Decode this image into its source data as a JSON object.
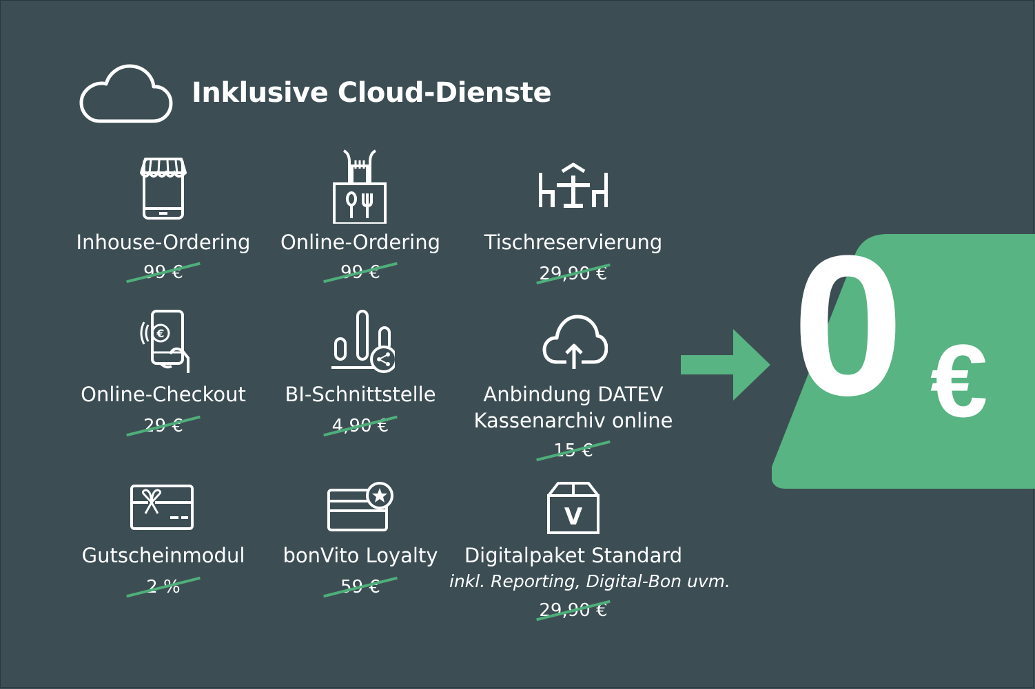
{
  "header": {
    "title": "Inklusive Cloud-Dienste",
    "icon": "cloud-icon"
  },
  "colors": {
    "background": "#3c4e54",
    "accent": "#58b482",
    "strike": "#4fae7a",
    "text": "#ffffff"
  },
  "services": [
    {
      "label": "Inhouse-Ordering",
      "price": "99 €",
      "icon": "mobile-shop-icon"
    },
    {
      "label": "Online-Ordering",
      "price": "99 €",
      "icon": "takeaway-bag-icon"
    },
    {
      "label": "Tischreservierung",
      "price": "29,90 €",
      "icon": "table-reservation-icon"
    },
    {
      "label": "Online-Checkout",
      "price": "29 €",
      "icon": "phone-payment-icon"
    },
    {
      "label": "BI-Schnittstelle",
      "price": "4,90 €",
      "icon": "bi-share-icon"
    },
    {
      "label": "Anbindung DATEV",
      "label2": "Kassenarchiv online",
      "price": "15 €",
      "icon": "cloud-upload-icon"
    },
    {
      "label": "Gutscheinmodul",
      "price": "2 %",
      "icon": "gift-card-icon"
    },
    {
      "label": "bonVito Loyalty",
      "price": "59 €",
      "icon": "loyalty-card-icon"
    },
    {
      "label": "Digitalpaket Standard",
      "note": "inkl. Reporting, Digital-Bon uvm.",
      "price": "29,90 €",
      "icon": "box-v-icon"
    }
  ],
  "result": {
    "amount": "0",
    "currency": "€"
  }
}
